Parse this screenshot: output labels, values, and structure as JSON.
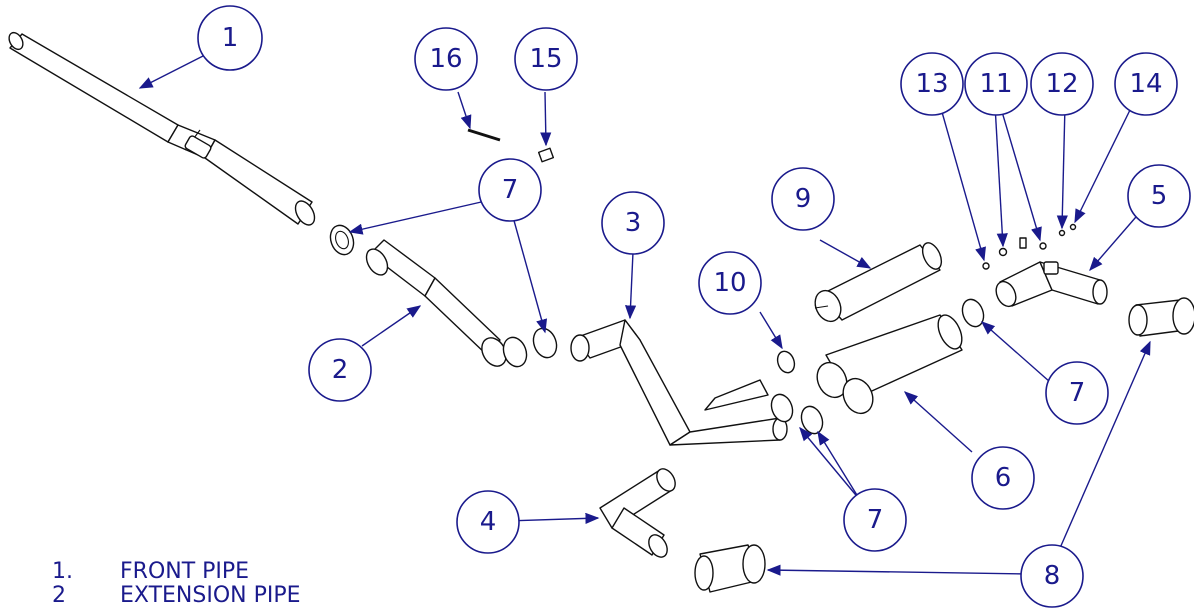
{
  "diagram": {
    "balloons": [
      {
        "id": "b1",
        "label": "1"
      },
      {
        "id": "b16",
        "label": "16"
      },
      {
        "id": "b15",
        "label": "15"
      },
      {
        "id": "b7a",
        "label": "7"
      },
      {
        "id": "b3",
        "label": "3"
      },
      {
        "id": "b9",
        "label": "9"
      },
      {
        "id": "b10",
        "label": "10"
      },
      {
        "id": "b13",
        "label": "13"
      },
      {
        "id": "b11",
        "label": "11"
      },
      {
        "id": "b12",
        "label": "12"
      },
      {
        "id": "b14",
        "label": "14"
      },
      {
        "id": "b5",
        "label": "5"
      },
      {
        "id": "b2",
        "label": "2"
      },
      {
        "id": "b7b",
        "label": "7"
      },
      {
        "id": "b6",
        "label": "6"
      },
      {
        "id": "b4",
        "label": "4"
      },
      {
        "id": "b7c",
        "label": "7"
      },
      {
        "id": "b8",
        "label": "8"
      }
    ],
    "colors": {
      "balloon": "#1a1a8c",
      "part_outline": "#111111",
      "background": "#ffffff"
    }
  },
  "legend": [
    {
      "num": "1.",
      "name": "FRONT PIPE"
    },
    {
      "num": "2",
      "name": "EXTENSION PIPE"
    }
  ]
}
